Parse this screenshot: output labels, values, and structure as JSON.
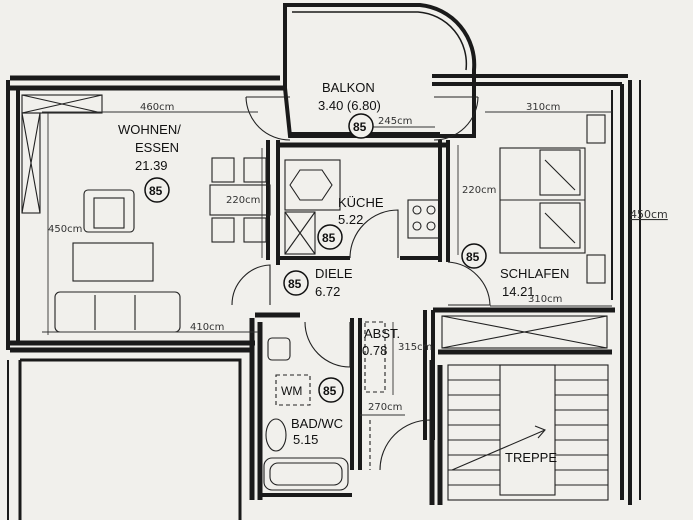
{
  "rooms": {
    "balkon": {
      "name": "BALKON",
      "area": "3.40 (6.80)",
      "badge": "85"
    },
    "wohnen": {
      "name_line1": "WOHNEN/",
      "name_line2": "ESSEN",
      "area": "21.39",
      "badge": "85"
    },
    "kueche": {
      "name": "KÜCHE",
      "area": "5.22",
      "badge": "85"
    },
    "schlafen": {
      "name": "SCHLAFEN",
      "area": "14.21",
      "badge": "85"
    },
    "diele": {
      "name": "DIELE",
      "area": "6.72",
      "badge": "85"
    },
    "abst": {
      "name": "ABST.",
      "area": "0.78"
    },
    "bad": {
      "name": "BAD/WC",
      "area": "5.15",
      "badge": "85",
      "wm": "WM"
    },
    "treppe": {
      "name": "TREPPE"
    }
  },
  "dimensions": {
    "wohnen_width": "460cm",
    "wohnen_depth": "450cm",
    "wohnen_bottom": "410cm",
    "kueche_depth": "220cm",
    "balkon_width": "245cm",
    "schlafen_width": "310cm",
    "schlafen_depth": "220cm",
    "schlafen_bottom": "310cm",
    "right_total": "450cm",
    "abst_depth": "315cm",
    "bad_width": "270cm"
  },
  "colors": {
    "paper": "#f1f0ec",
    "ink": "#1a1a1a"
  }
}
